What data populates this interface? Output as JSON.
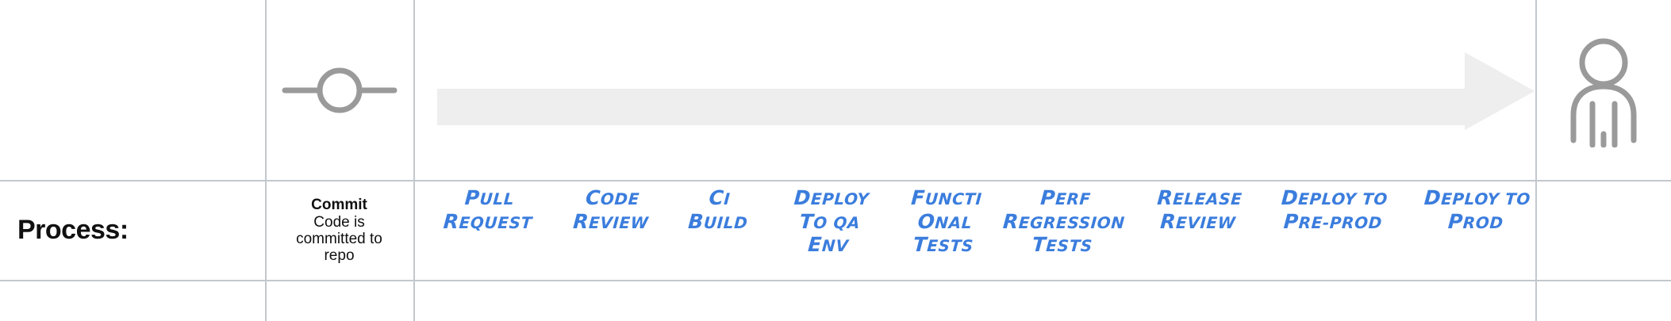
{
  "colors": {
    "grid_line": "#c3c8cd",
    "icon_gray": "#9a9a9a",
    "arrow_fill": "#eeeeee",
    "step_blue": "#3b7ddd",
    "text_black": "#101010"
  },
  "row_label": {
    "process_label": "Process:"
  },
  "commit": {
    "icon": "git-commit-icon",
    "heading": "Commit",
    "description_lines": [
      "Code is",
      "committed",
      "to repo"
    ]
  },
  "pipeline": {
    "arrow": "right-arrow",
    "end_icon": "person-icon",
    "steps": [
      {
        "name": "pull-request",
        "lines": [
          "Pull",
          "request"
        ]
      },
      {
        "name": "code-review",
        "lines": [
          "Code",
          "review"
        ]
      },
      {
        "name": "ci-build",
        "lines": [
          "CI",
          "build"
        ]
      },
      {
        "name": "deploy-to-qa-env",
        "lines": [
          "Deploy",
          "to QA",
          "env"
        ]
      },
      {
        "name": "functional-tests",
        "lines": [
          "Functi",
          "onal",
          "tests"
        ]
      },
      {
        "name": "perf-regression-tests",
        "lines": [
          "Perf",
          "regression",
          "tests"
        ]
      },
      {
        "name": "release-review",
        "lines": [
          "Release",
          "review"
        ]
      },
      {
        "name": "deploy-to-pre-prod",
        "lines": [
          "Deploy to",
          "pre-prod"
        ]
      },
      {
        "name": "deploy-to-prod",
        "lines": [
          "Deploy to",
          "prod"
        ]
      }
    ]
  }
}
